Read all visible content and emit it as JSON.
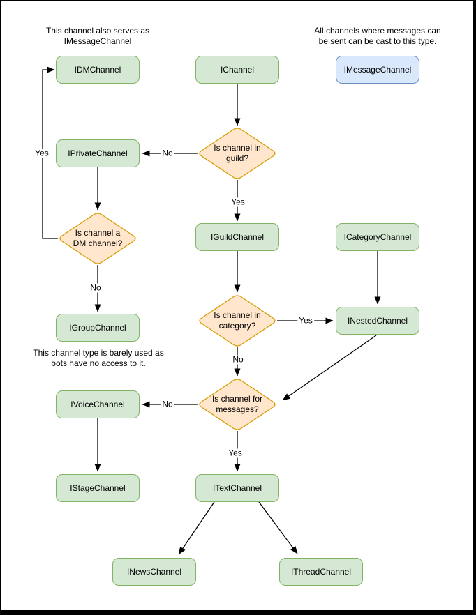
{
  "palette": {
    "class_fill": "#d5e8d4",
    "class_stroke": "#82b366",
    "message_fill": "#dae8fc",
    "message_stroke": "#6c8ebf",
    "decision_fill": "#ffe6cc",
    "decision_stroke": "#d79b00",
    "connector": "#000000",
    "canvas": "#ffffff"
  },
  "annotations": {
    "dm_note": "This channel also serves as\nIMessageChannel",
    "message_note": "All channels where messages can\nbe sent can be cast to this type.",
    "group_note": "This channel type is barely used as\nbots have no access to it."
  },
  "nodes": {
    "idm": {
      "label": "IDMChannel"
    },
    "ichannel": {
      "label": "IChannel"
    },
    "imessage": {
      "label": "IMessageChannel"
    },
    "iprivate": {
      "label": "IPrivateChannel"
    },
    "iguild": {
      "label": "IGuildChannel"
    },
    "icategory": {
      "label": "ICategoryChannel"
    },
    "igroup": {
      "label": "IGroupChannel"
    },
    "inested": {
      "label": "INestedChannel"
    },
    "ivoice": {
      "label": "IVoiceChannel"
    },
    "istage": {
      "label": "IStageChannel"
    },
    "itext": {
      "label": "ITextChannel"
    },
    "inews": {
      "label": "INewsChannel"
    },
    "ithread": {
      "label": "IThreadChannel"
    }
  },
  "decisions": {
    "in_guild": {
      "label": "Is channel in\nguild?"
    },
    "is_dm": {
      "label": "Is channel a\nDM channel?"
    },
    "in_category": {
      "label": "Is channel in\ncategory?"
    },
    "for_messages": {
      "label": "Is channel for\nmessages?"
    }
  },
  "edge_labels": {
    "dm_yes": "Yes",
    "guild_no": "No",
    "guild_yes": "Yes",
    "dm_no": "No",
    "category_yes": "Yes",
    "category_no": "No",
    "messages_no": "No",
    "messages_yes": "Yes"
  }
}
